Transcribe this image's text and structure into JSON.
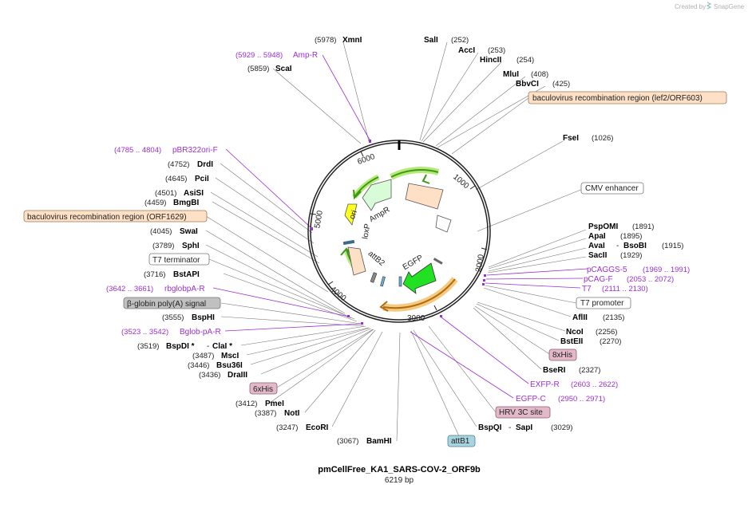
{
  "brand": {
    "created_by": "Created by",
    "name": "SnapGene"
  },
  "plasmid": {
    "name": "pmCellFree_KA1_SARS-COV-2_ORF9b",
    "size": "6219 bp"
  },
  "ticks": [
    "1000",
    "2000",
    "3000",
    "4000",
    "5000",
    "6000"
  ],
  "features": {
    "ori": "ori",
    "ampr": "AmpR",
    "loxp": "loxP",
    "attb2": "attB2",
    "egfp": "EGFP"
  },
  "labels": {
    "xmni": {
      "pos": "(5978)",
      "name": "XmnI"
    },
    "ampr": {
      "pos": "(5929 .. 5948)",
      "name": "Amp-R"
    },
    "scai": {
      "pos": "(5859)",
      "name": "ScaI"
    },
    "sali": {
      "pos": "(252)",
      "name": "SalI"
    },
    "acci": {
      "pos": "(253)",
      "name": "AccI"
    },
    "hincii": {
      "pos": "(254)",
      "name": "HincII"
    },
    "mlui": {
      "pos": "(408)",
      "name": "MluI"
    },
    "bbvci": {
      "pos": "(425)",
      "name": "BbvCI"
    },
    "bacrec1": {
      "name": "baculovirus recombination region (lef2/ORF603)"
    },
    "fsei": {
      "pos": "(1026)",
      "name": "FseI"
    },
    "cmv": {
      "name": "CMV enhancer"
    },
    "pspomi": {
      "pos": "(1891)",
      "name": "PspOMI"
    },
    "apai": {
      "pos": "(1895)",
      "name": "ApaI"
    },
    "avai": {
      "pos": "(1915)",
      "name": "AvaI",
      "extra": "BsoBI"
    },
    "sacii": {
      "pos": "(1929)",
      "name": "SacII"
    },
    "pcaggs": {
      "pos": "(1969 .. 1991)",
      "name": "pCAGGS-5"
    },
    "pcagf": {
      "pos": "(2053 .. 2072)",
      "name": "pCAG-F"
    },
    "t7": {
      "pos": "(2111 .. 2130)",
      "name": "T7"
    },
    "t7prom": {
      "name": "T7 promoter"
    },
    "aflii": {
      "pos": "(2135)",
      "name": "AflII"
    },
    "ncoi": {
      "pos": "(2256)",
      "name": "NcoI"
    },
    "bsteii": {
      "pos": "(2270)",
      "name": "BstEII"
    },
    "his8": {
      "name": "8xHis"
    },
    "bseri": {
      "pos": "(2327)",
      "name": "BseRI"
    },
    "exfpr": {
      "pos": "(2603 .. 2622)",
      "name": "EXFP-R"
    },
    "egfpc": {
      "pos": "(2950 .. 2971)",
      "name": "EGFP-C"
    },
    "hrv": {
      "name": "HRV 3C site"
    },
    "bspqi": {
      "pos": "(3029)",
      "name": "BspQI",
      "extra": "SapI"
    },
    "attb1": {
      "name": "attB1"
    },
    "bamhi": {
      "pos": "(3067)",
      "name": "BamHI"
    },
    "ecori": {
      "pos": "(3247)",
      "name": "EcoRI"
    },
    "noti": {
      "pos": "(3387)",
      "name": "NotI"
    },
    "pmei": {
      "pos": "(3412)",
      "name": "PmeI"
    },
    "his6": {
      "name": "6xHis"
    },
    "draiii": {
      "pos": "(3436)",
      "name": "DraIII"
    },
    "bsu36i": {
      "pos": "(3446)",
      "name": "Bsu36I"
    },
    "msci": {
      "pos": "(3487)",
      "name": "MscI"
    },
    "bspdi": {
      "pos": "(3519)",
      "name": "BspDI *",
      "extra": "ClaI *"
    },
    "bglobpa": {
      "pos": "(3523 .. 3542)",
      "name": "Bglob-pA-R"
    },
    "bsphi": {
      "pos": "(3555)",
      "name": "BspHI"
    },
    "bglobin": {
      "name": "β-globin poly(A) signal"
    },
    "rbglob": {
      "pos": "(3642 .. 3661)",
      "name": "rbglobpA-R"
    },
    "bstapi": {
      "pos": "(3716)",
      "name": "BstAPI"
    },
    "t7term": {
      "name": "T7 terminator"
    },
    "sphi": {
      "pos": "(3789)",
      "name": "SphI"
    },
    "swai": {
      "pos": "(4045)",
      "name": "SwaI"
    },
    "bacrec2": {
      "name": "baculovirus recombination region (ORF1629)"
    },
    "bmgbi": {
      "pos": "(4459)",
      "name": "BmgBI"
    },
    "asisi": {
      "pos": "(4501)",
      "name": "AsiSI"
    },
    "pcii": {
      "pos": "(4645)",
      "name": "PciI"
    },
    "drdi": {
      "pos": "(4752)",
      "name": "DrdI"
    },
    "pbr": {
      "pos": "(4785 .. 4804)",
      "name": "pBR322ori-F"
    }
  }
}
